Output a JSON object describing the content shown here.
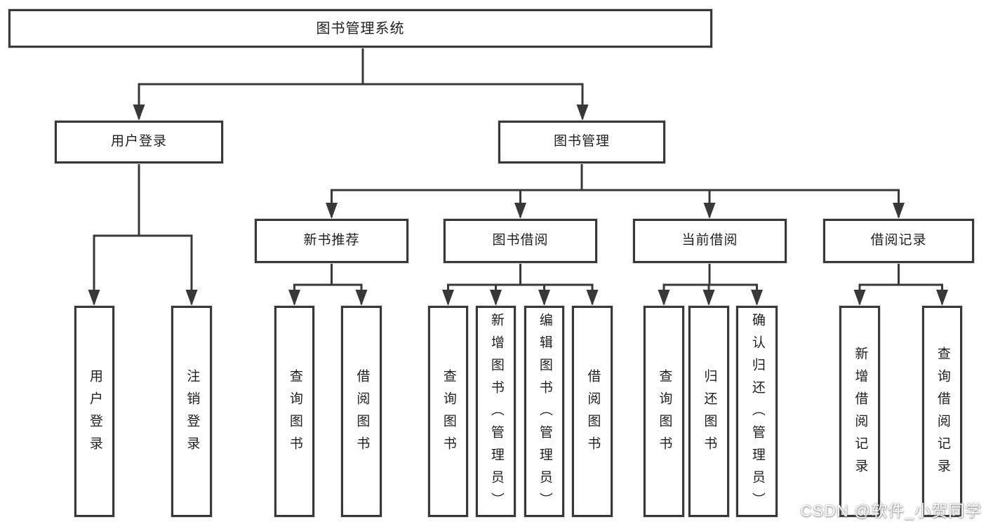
{
  "tree": {
    "root": "图书管理系统",
    "branches": [
      {
        "label": "用户登录",
        "children": [
          "用户登录",
          "注销登录"
        ]
      },
      {
        "label": "图书管理",
        "modules": [
          {
            "label": "新书推荐",
            "children": [
              "查询图书",
              "借阅图书"
            ]
          },
          {
            "label": "图书借阅",
            "children": [
              "查询图书",
              "新增图书（管理员）",
              "编辑图书（管理员）",
              "借阅图书"
            ]
          },
          {
            "label": "当前借阅",
            "children": [
              "查询图书",
              "归还图书",
              "确认归还（管理员）"
            ]
          },
          {
            "label": "借阅记录",
            "children": [
              "新增借阅记录",
              "查询借阅记录"
            ]
          }
        ]
      }
    ]
  },
  "watermark": "CSDN @软件_小贺同学",
  "colors": {
    "line": "#383838",
    "text": "#1f1f1f",
    "background": "#ffffff"
  }
}
